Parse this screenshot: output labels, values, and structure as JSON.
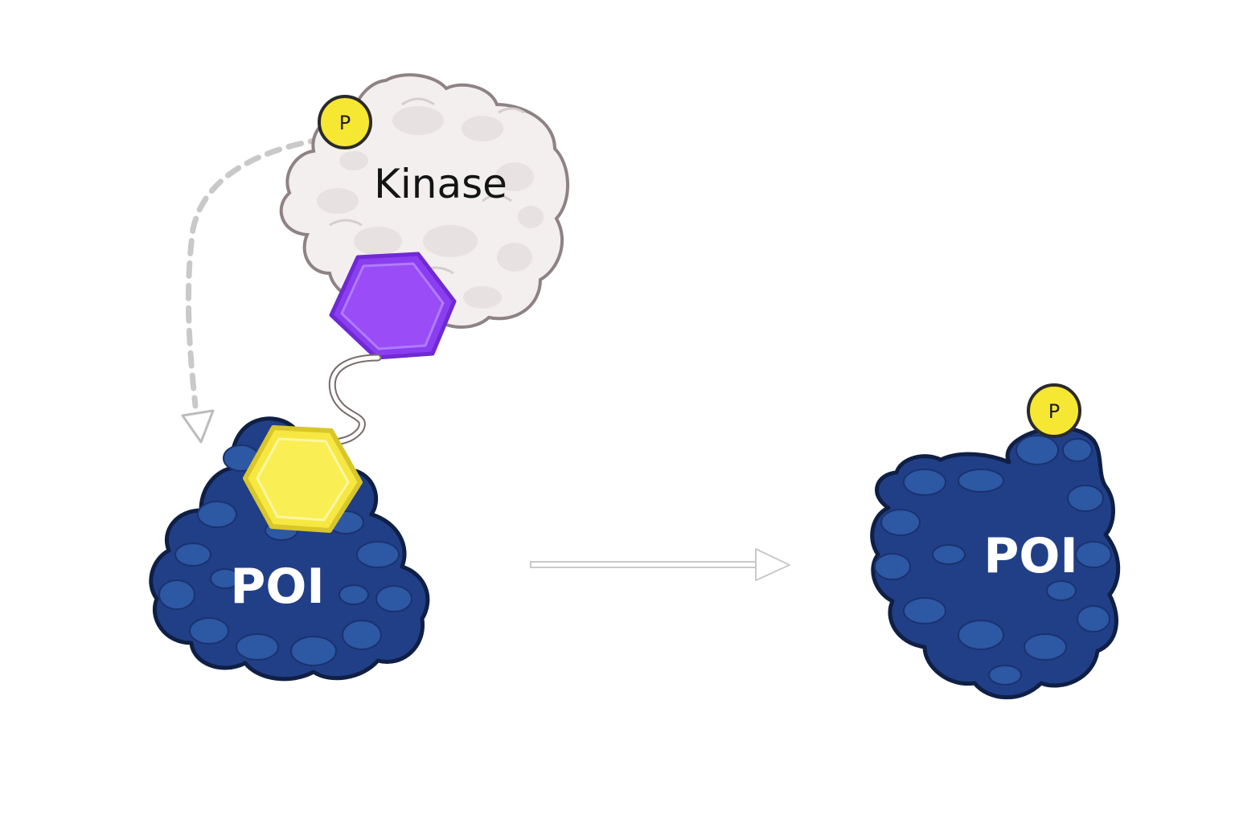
{
  "kinase": {
    "label": "Kinase"
  },
  "phosphate_label": "P",
  "poi_left": {
    "label": "POI"
  },
  "poi_right": {
    "label": "POI"
  },
  "colors": {
    "kinase_fill": "#f3efef",
    "kinase_outline": "#8e8284",
    "poi_fill": "#213f86",
    "poi_blob": "#2d58a3",
    "poi_outline": "#0f1f45",
    "phosphate_fill": "#f6e733",
    "linker_purple": "#8b3df2",
    "ligand_yellow": "#f7e841",
    "dashed_arrow": "#c9c9c9",
    "reaction_arrow": "#c9c9c9"
  }
}
